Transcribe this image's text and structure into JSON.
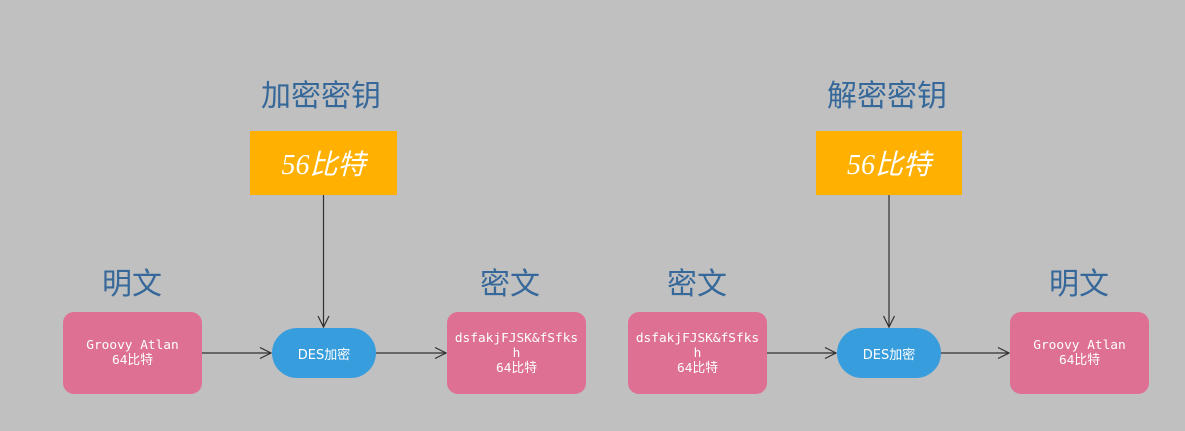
{
  "colors": {
    "background": "#c0c0c0",
    "label_text": "#36689a",
    "key_box": "#ffb000",
    "data_box": "#dd7093",
    "process_pill": "#389ddd",
    "arrow": "#303030"
  },
  "encryption": {
    "key_title": "加密密钥",
    "key_size": "56比特",
    "input_label": "明文",
    "input_text": "Groovy Atlan",
    "input_size": "64比特",
    "process": "DES加密",
    "output_label": "密文",
    "output_text": "dsfakjFJSK&fSfksh",
    "output_size": "64比特"
  },
  "decryption": {
    "key_title": "解密密钥",
    "key_size": "56比特",
    "input_label": "密文",
    "input_text": "dsfakjFJSK&fSfksh",
    "input_size": "64比特",
    "process": "DES加密",
    "output_label": "明文",
    "output_text": "Groovy Atlan",
    "output_size": "64比特"
  }
}
